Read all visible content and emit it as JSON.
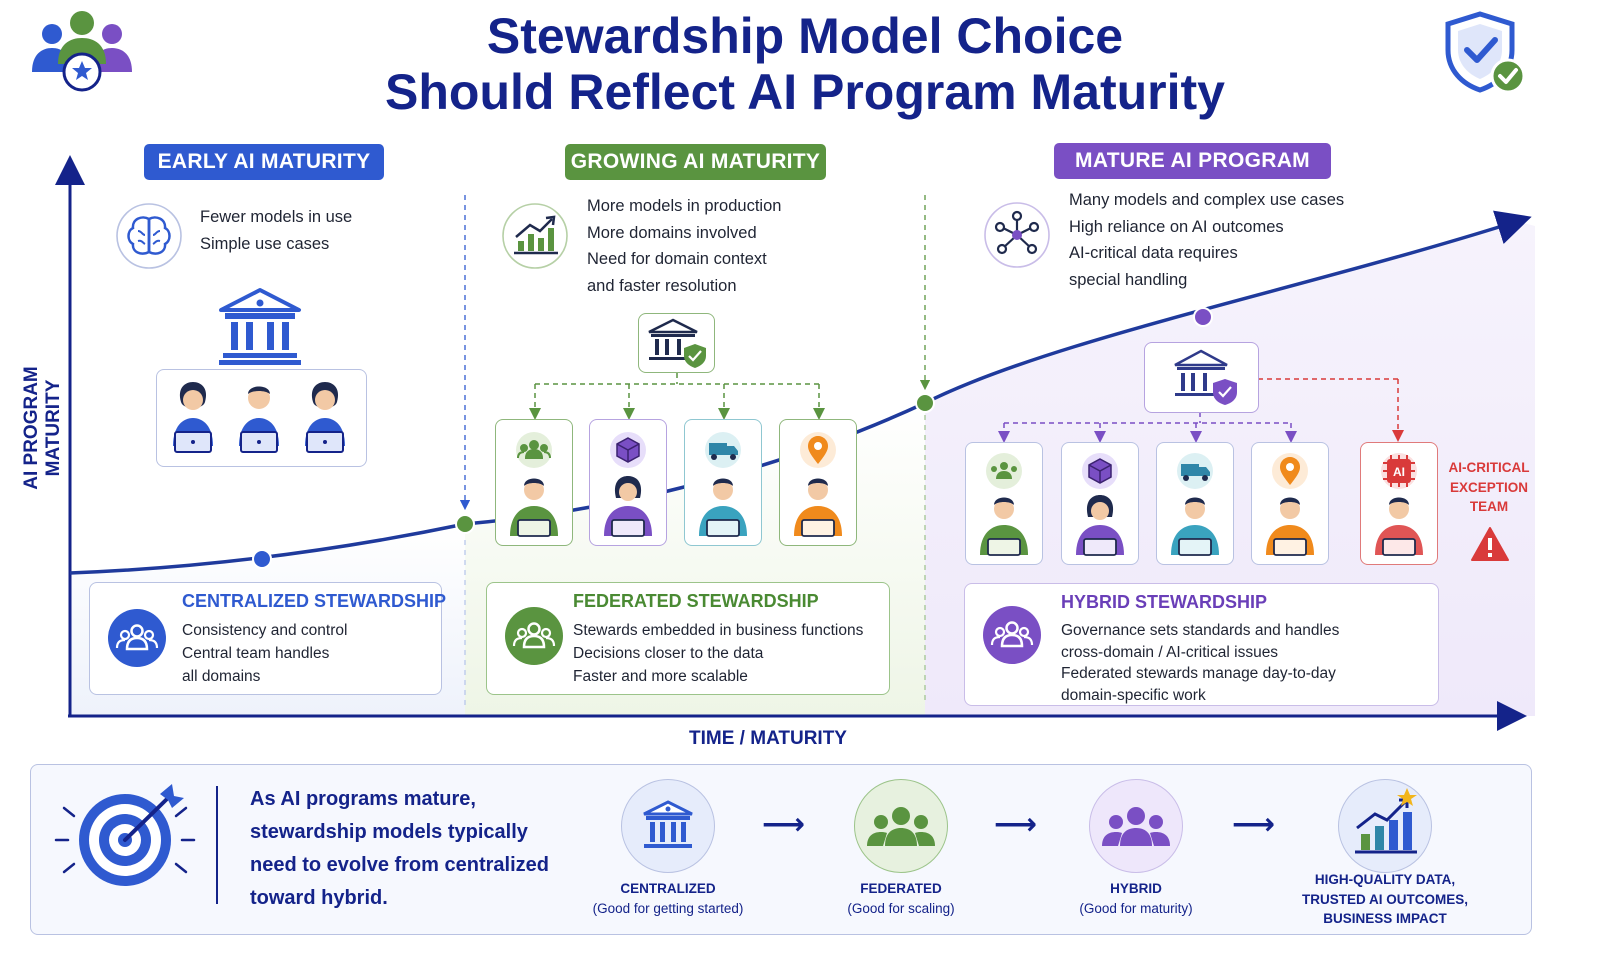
{
  "title": {
    "line1": "Stewardship Model Choice",
    "line2": "Should Reflect AI Program Maturity"
  },
  "axes": {
    "y_label": "AI PROGRAM MATURITY",
    "x_label": "TIME / MATURITY"
  },
  "stages": [
    {
      "label": "EARLY AI MATURITY",
      "color": "#2f5ad0",
      "description": [
        "Fewer models in use",
        "Simple use cases"
      ],
      "model_title": "CENTRALIZED STEWARDSHIP",
      "model_lines": [
        "Consistency and control",
        "Central team handles",
        "all domains"
      ]
    },
    {
      "label": "GROWING AI MATURITY",
      "color": "#5a9440",
      "description": [
        "More models in production",
        "More domains involved",
        "Need for domain context",
        "and faster resolution"
      ],
      "model_title": "FEDERATED STEWARDSHIP",
      "model_lines": [
        "Stewards embedded in business functions",
        "Decisions closer to the data",
        "Faster and more scalable"
      ]
    },
    {
      "label": "MATURE AI PROGRAM",
      "color": "#7a4fc4",
      "description": [
        "Many models and complex use cases",
        "High reliance on AI outcomes",
        "AI-critical data requires",
        "special handling"
      ],
      "model_title": "HYBRID STEWARDSHIP",
      "model_lines": [
        "Governance sets standards and handles",
        "cross-domain / AI-critical issues",
        "Federated stewards manage day-to-day",
        "domain-specific work"
      ]
    }
  ],
  "exception_team": [
    "AI-CRITICAL",
    "EXCEPTION",
    "TEAM"
  ],
  "ai_chip_label": "AI",
  "colors": {
    "navy": "#14238a",
    "blue": "#2f5ad0",
    "green": "#5a9440",
    "purple": "#7a4fc4",
    "red": "#d93a3a",
    "orange": "#f08a1c"
  },
  "summary": {
    "text": [
      "As AI programs mature,",
      "stewardship models typically",
      "need to evolve from centralized",
      "toward hybrid."
    ],
    "steps": [
      {
        "name": "CENTRALIZED",
        "note": "(Good for getting started)"
      },
      {
        "name": "FEDERATED",
        "note": "(Good for scaling)"
      },
      {
        "name": "HYBRID",
        "note": "(Good for maturity)"
      },
      {
        "name": "HIGH-QUALITY DATA,",
        "note": "TRUSTED AI OUTCOMES,",
        "note2": "BUSINESS IMPACT"
      }
    ]
  },
  "icons": [
    "people-group-icon",
    "shield-check-icon",
    "brain-icon",
    "chart-growth-icon",
    "network-icon",
    "institution-icon",
    "cube-icon",
    "truck-icon",
    "location-pin-icon",
    "ai-chip-icon",
    "warning-icon",
    "target-icon"
  ]
}
